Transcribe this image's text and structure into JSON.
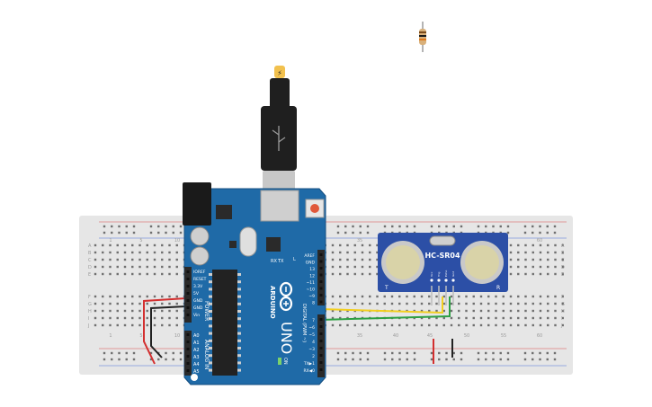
{
  "canvas": {
    "background": "#ffffff"
  },
  "breadboard": {
    "name": "breadboard",
    "colors": {
      "body": "#e6e6e6",
      "hole": "#6f6f6f",
      "rail_red": "#d94a4a",
      "rail_blue": "#4a6fd9",
      "label": "#9a9a9a"
    },
    "column_numbers": [
      "1",
      "5",
      "10",
      "35",
      "40",
      "45",
      "50",
      "55",
      "60"
    ],
    "row_letters_top": [
      "A",
      "B",
      "C",
      "D",
      "E"
    ],
    "row_letters_bottom": [
      "F",
      "G",
      "H",
      "I",
      "J"
    ]
  },
  "arduino": {
    "name": "Arduino Uno",
    "colors": {
      "board": "#1f6aa7",
      "board_edge": "#164f80",
      "header": "#2a2a2a",
      "chip": "#222222",
      "text": "#ffffff",
      "usb": "#cfcfcf",
      "reset": "#e0583a",
      "power_led": "#7bd16b"
    },
    "logo_text": "ARDUINO",
    "model_text": "UNO",
    "power_label": "POWER",
    "analog_label": "ANALOG IN",
    "digital_label": "DIGITAL (PWM ~)",
    "on_label": "ON",
    "tx_label": "TX",
    "rx_label": "RX",
    "l_label": "L",
    "power_pins": [
      "IOREF",
      "RESET",
      "3.3V",
      "5V",
      "GND",
      "GND",
      "Vin"
    ],
    "analog_pins": [
      "A0",
      "A1",
      "A2",
      "A3",
      "A4",
      "A5"
    ],
    "digital_pins_top": [
      "AREF",
      "GND",
      "13",
      "12",
      "~11",
      "~10",
      "~9",
      "8"
    ],
    "digital_pins_bottom": [
      "7",
      "~6",
      "~5",
      "4",
      "~3",
      "2",
      "TX▶1",
      "RX◀0"
    ]
  },
  "sensor": {
    "name": "HC-SR04",
    "label": "HC-SR04",
    "left_mark": "T",
    "right_mark": "R",
    "pins": [
      "Vcc",
      "Trig",
      "Echo",
      "Gnd"
    ],
    "colors": {
      "board": "#2c4fa6",
      "transducer": "#d9d3a8",
      "crystal": "#c9c9c9"
    }
  },
  "resistor": {
    "name": "resistor",
    "colors": {
      "body": "#d8b07a",
      "band1": "#7a4a1c",
      "band2": "#1a1a1a",
      "band3": "#e07b1f"
    }
  },
  "usb_cable": {
    "name": "usb-cable",
    "colors": {
      "plug": "#1f1f1f",
      "connector": "#c8c8c8",
      "tip": "#f2c14e"
    }
  },
  "wires": [
    {
      "name": "wire-5v-red",
      "color": "#d32f2f"
    },
    {
      "name": "wire-gnd-black",
      "color": "#222222"
    },
    {
      "name": "wire-trig-yellow",
      "color": "#f2cf1f"
    },
    {
      "name": "wire-echo-green",
      "color": "#2ea043"
    },
    {
      "name": "wire-sensor-vcc-red",
      "color": "#d32f2f"
    },
    {
      "name": "wire-sensor-gnd-black",
      "color": "#222222"
    }
  ]
}
